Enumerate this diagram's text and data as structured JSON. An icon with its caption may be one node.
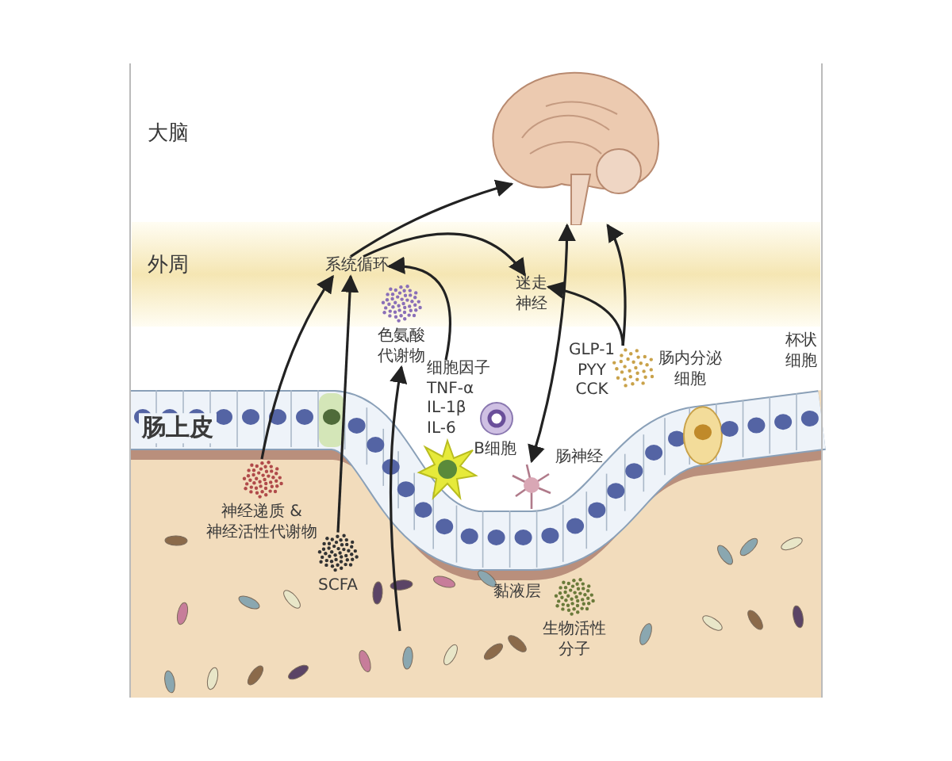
{
  "diagram": {
    "nodes": [
      {
        "text": [],
        "shape": "picture"
      },
      {
        "text": [
          "系统循环"
        ]
      },
      {
        "text": [
          "迷走神经"
        ]
      },
      {
        "text": [
          "色氨酸代谢物"
        ]
      },
      {
        "text": [
          "细胞因子 TNF-α IL-1β IL-6"
        ]
      },
      {
        "text": [
          "GLP-1 PYY CCK"
        ]
      },
      {
        "text": [
          "肠内分泌细胞"
        ]
      },
      {
        "text": [
          "神经递质 & 神经活性代谢物"
        ]
      },
      {
        "text": [
          "SCFA"
        ]
      },
      {
        "text": [
          "肠神经"
        ]
      },
      {
        "text": [
          "生物活性分子"
        ]
      }
    ],
    "edges": [
      {
        "from": 1,
        "to": 0,
        "arrow": "to"
      },
      {
        "from": 1,
        "to": 2,
        "arrow": "to"
      },
      {
        "from": 9,
        "to": 0,
        "arrow": "both"
      },
      {
        "from": 6,
        "to": 0,
        "arrow": "to"
      },
      {
        "from": 6,
        "to": 2,
        "arrow": "to"
      },
      {
        "from": 7,
        "to": 1,
        "arrow": "to"
      },
      {
        "from": 8,
        "to": 1,
        "arrow": "to"
      },
      {
        "from": 4,
        "to": 1,
        "arrow": "to"
      },
      {
        "from": null,
        "to": 3,
        "arrow": "to"
      }
    ],
    "labels": [
      "大脑",
      "外周",
      "杯状细胞",
      "B细胞",
      "肠上皮",
      "黏液层"
    ]
  }
}
